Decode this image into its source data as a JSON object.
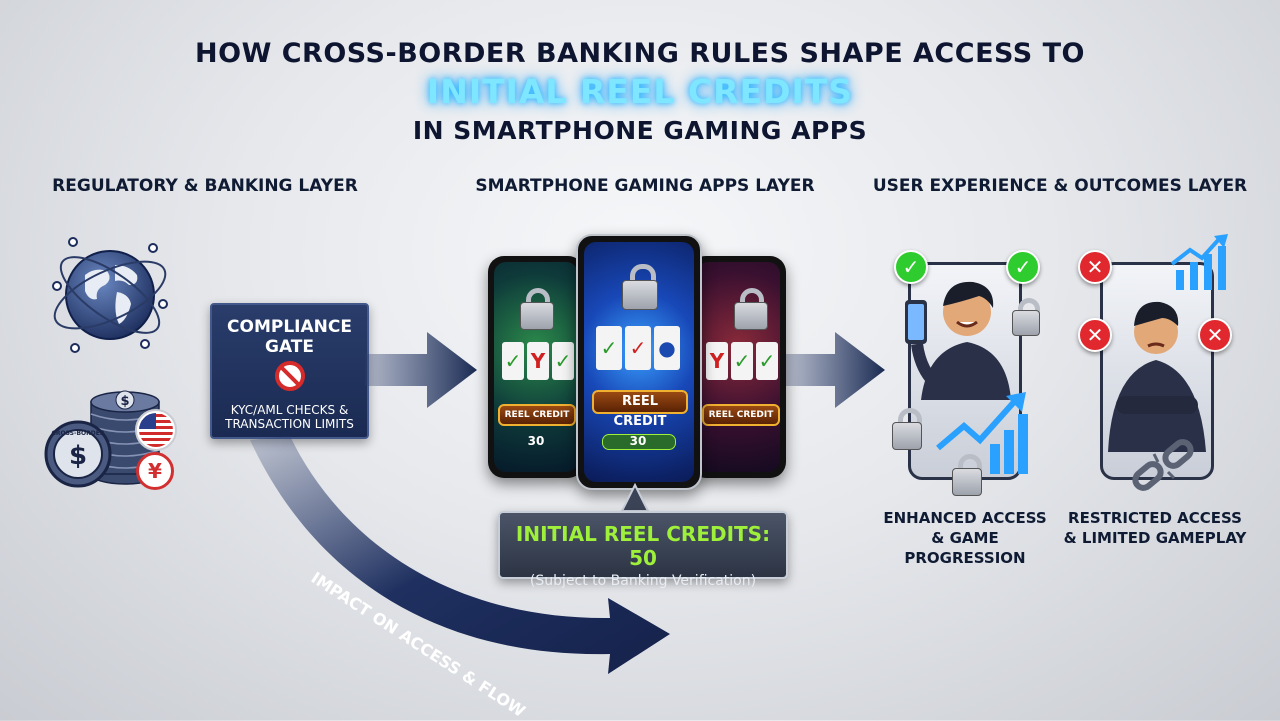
{
  "title": {
    "line1": "HOW CROSS-BORDER BANKING RULES SHAPE ACCESS TO",
    "line2": "INITIAL REEL CREDITS",
    "line3": "IN SMARTPHONE GAMING APPS"
  },
  "layers": {
    "regulatory": "REGULATORY & BANKING LAYER",
    "apps": "SMARTPHONE GAMING APPS LAYER",
    "outcomes": "USER EXPERIENCE & OUTCOMES LAYER"
  },
  "gate": {
    "title_line1": "COMPLIANCE",
    "title_line2": "GATE",
    "sub_line1": "KYC/AML CHECKS &",
    "sub_line2": "TRANSACTION LIMITS"
  },
  "flow_label": "IMPACT ON ACCESS & FLOW",
  "phones": {
    "center_label": "REEL CREDIT",
    "left_label": "REEL CREDIT",
    "right_label": "REEL CREDIT",
    "center_number": "30",
    "left_number": "30"
  },
  "coins": {
    "stamp": "CROSS-BORDER",
    "dollar": "$",
    "yen": "¥"
  },
  "credits": {
    "main": "INITIAL REEL CREDITS: 50",
    "sub": "(Subject to Banking Verification)"
  },
  "outcomes": {
    "enhanced_line1": "ENHANCED ACCESS",
    "enhanced_line2": "& GAME PROGRESSION",
    "restricted_line1": "RESTRICTED ACCESS",
    "restricted_line2": "& LIMITED GAMEPLAY"
  },
  "colors": {
    "navy": "#1a2a52",
    "glow_cyan": "#7fe6ff",
    "credit_green": "#9ef03a",
    "ok_green": "#2ecc2e",
    "error_red": "#e0282e"
  },
  "icons": [
    "globe-icon",
    "coin-stack-icon",
    "us-flag-icon",
    "yen-coin-icon",
    "prohibited-icon",
    "lock-icon",
    "check-icon",
    "cross-icon",
    "growth-chart-icon",
    "broken-chain-icon",
    "arrow-icon"
  ]
}
